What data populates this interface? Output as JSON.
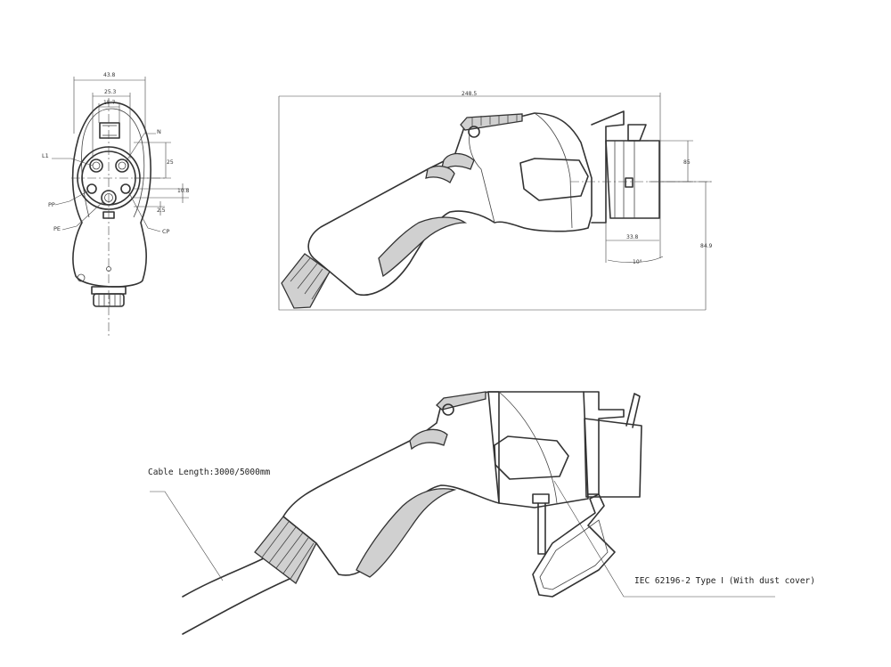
{
  "front_view": {
    "dim_width": "43.8",
    "dim_inner1": "25.3",
    "dim_inner2": "15.7",
    "dim_v1": "25",
    "dim_v2": "10.8",
    "dim_v3": "2.5",
    "pin_l1": "L1",
    "pin_n": "N",
    "pin_pp": "PP",
    "pin_pe": "PE",
    "pin_cp": "CP"
  },
  "side_view": {
    "dim_length": "248.5",
    "dim_tip_height": "85",
    "dim_depth": "33.8",
    "dim_angle": "10°",
    "dim_total_height": "84.9"
  },
  "perspective_view": {
    "cable_label": "Cable Length:3000/5000mm",
    "standard_label": "IEC 62196-2 Type Ⅰ  (With dust cover)"
  }
}
